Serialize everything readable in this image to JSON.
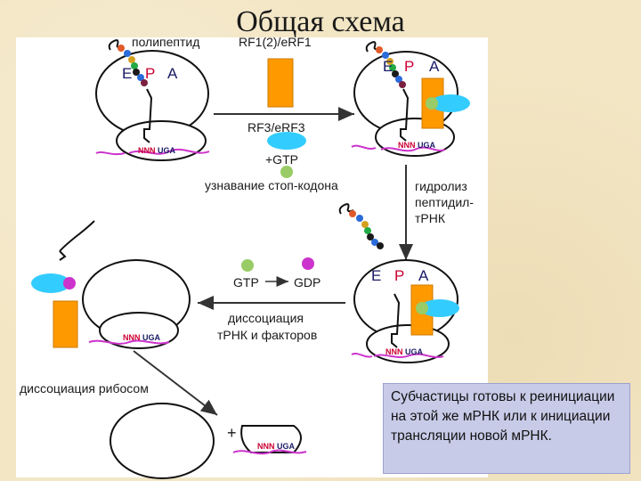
{
  "title": "Общая схема",
  "labels": {
    "polypeptide": "полипептид",
    "rf1": "RF1(2)/eRF1",
    "rf3": "RF3/eRF3",
    "gtp_add": "+GTP",
    "stop_recognition": "узнавание стоп-кодона",
    "hydrolysis_1": "гидролиз",
    "hydrolysis_2": "пептидил-",
    "hydrolysis_3": "тРНК",
    "gtp": "GTP",
    "gdp": "GDP",
    "dissoc_1": "диссоциация",
    "dissoc_2": "тРНК и факторов",
    "ribosome_dissoc": "диссоциация рибосом",
    "plus": "+",
    "codon_nnn": "NNN",
    "codon_stop": "UGA",
    "site_e": "E",
    "site_p": "P",
    "site_a": "A"
  },
  "note": "Субчастицы готовы к реинициации на этой же мРНК или к инициации трансляции новой мРНК.",
  "colors": {
    "factor_rf1": "#ff9900",
    "factor_rf3": "#33ccff",
    "gtp": "#99cc66",
    "gdp": "#cc33cc",
    "mrna": "#cc33cc",
    "arrow": "#333333",
    "site_e": "#1a1a66",
    "site_p": "#cc0033",
    "site_a": "#1a1a66"
  }
}
